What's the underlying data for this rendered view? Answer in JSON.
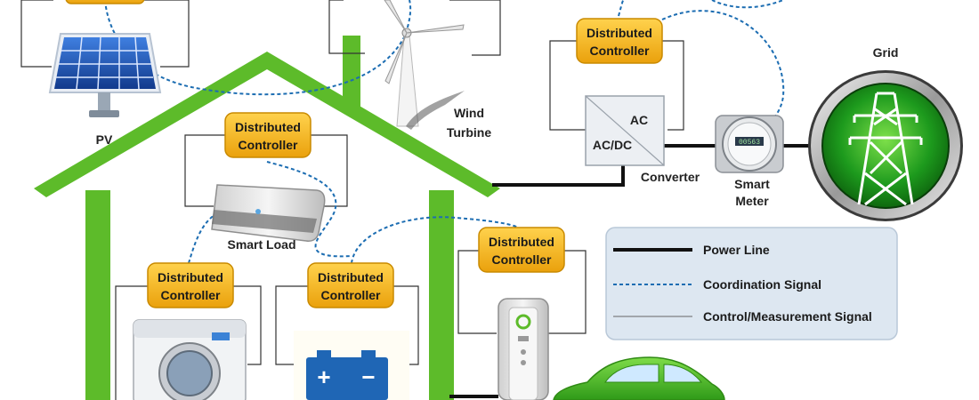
{
  "controller": {
    "line1": "Distributed",
    "line2": "Controller"
  },
  "labels": {
    "pv": "PV",
    "wind_line1": "Wind",
    "wind_line2": "Turbine",
    "grid": "Grid",
    "converter": "Converter",
    "smart_meter_line1": "Smart",
    "smart_meter_line2": "Meter",
    "smart_load": "Smart Load",
    "ac": "AC",
    "ac_dc": "AC/DC",
    "meter_reading": "00563"
  },
  "legend": {
    "power_line": "Power Line",
    "coordination_signal": "Coordination Signal",
    "control_signal": "Control/Measurement Signal"
  },
  "colors": {
    "house": "#5dbb2a",
    "controller_fill": "#f2b31b",
    "controller_stroke": "#c98a00",
    "dashed": "#1c6db2",
    "power": "#111111",
    "legend_bg": "#dde7f1",
    "car": "#49b82a",
    "battery": "#1f66b5",
    "grid_green": "#1e9a1e"
  }
}
